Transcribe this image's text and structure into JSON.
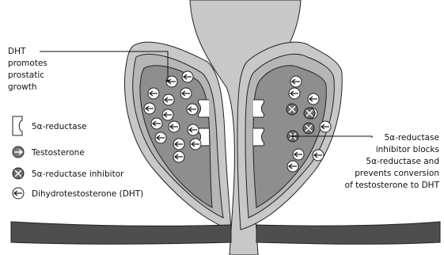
{
  "labels": {
    "dht_line1": "DHT",
    "dht_line2": "promotes",
    "dht_line3": "prostatic",
    "dht_line4": "growth",
    "inhib_line1": "5α-reductase",
    "inhib_line2": "inhibitor blocks",
    "inhib_line3": "5α-reductase and",
    "inhib_line4": "prevents conversion",
    "inhib_line5": "of testosterone to DHT"
  },
  "legend": [
    {
      "symbol": "enzyme",
      "label": "5α-reductase"
    },
    {
      "symbol": "testosterone",
      "label": "Testosterone"
    },
    {
      "symbol": "inhibitor",
      "label": "5α-reductase inhibitor"
    },
    {
      "symbol": "dht",
      "label": "Dihydrotestosterone (DHT)"
    }
  ],
  "colors": {
    "outer_tissue": "#c8c8c8",
    "middle_layer": "#b6b6b6",
    "inner_gland": "#8e8e8e",
    "bottom_band": "#4e4e4e",
    "testosterone": "#7a7a7a",
    "dht": "#ffffff",
    "inhibitor": "#6b6b6b",
    "outline": "#222222"
  }
}
